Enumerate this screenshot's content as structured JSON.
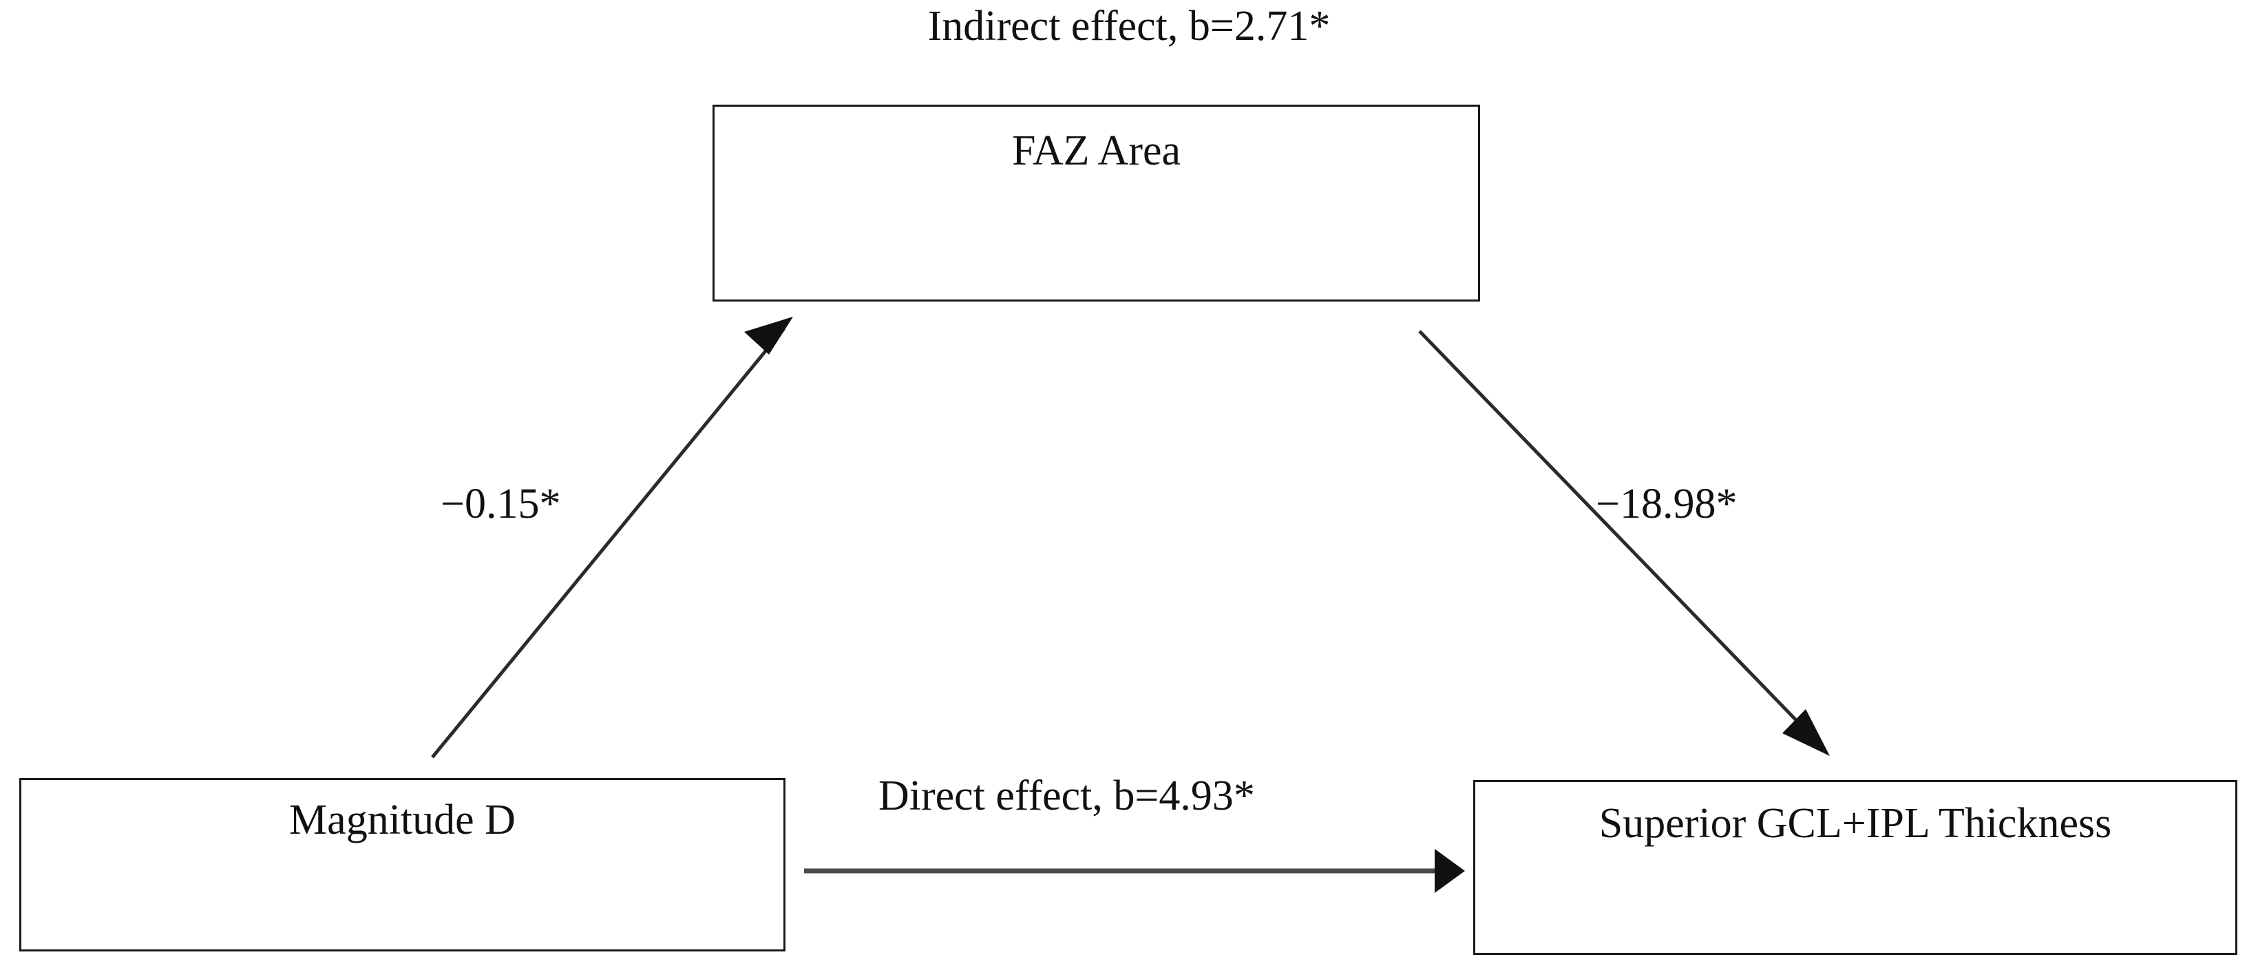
{
  "figure": {
    "type": "mediation-path-diagram",
    "background_color": "#ffffff",
    "line_color": "#1a1a1a",
    "text_color": "#111111"
  },
  "nodes": {
    "mediator": {
      "label": "FAZ Area",
      "role": "mediator",
      "position": "top-center"
    },
    "predictor": {
      "label": "Magnitude D",
      "role": "independent-variable",
      "position": "bottom-left"
    },
    "outcome": {
      "label": "Superior GCL+IPL Thickness",
      "role": "dependent-variable",
      "position": "bottom-right"
    }
  },
  "labels": {
    "indirect_effect": "Indirect effect, b=2.71*",
    "a_path": "−0.15*",
    "b_path": "−18.98*",
    "direct_effect": "Direct effect, b=4.93*"
  },
  "paths": [
    {
      "name": "a-path",
      "from": "Magnitude D",
      "to": "FAZ Area",
      "coefficient": "−0.15*",
      "value": -0.15,
      "significant": true,
      "style": "thin-diagonal-arrow"
    },
    {
      "name": "b-path",
      "from": "FAZ Area",
      "to": "Superior GCL+IPL Thickness",
      "coefficient": "−18.98*",
      "value": -18.98,
      "significant": true,
      "style": "thin-diagonal-arrow"
    },
    {
      "name": "c-prime-path",
      "from": "Magnitude D",
      "to": "Superior GCL+IPL Thickness",
      "coefficient": "Direct effect, b=4.93*",
      "value": 4.93,
      "significant": true,
      "style": "horizontal-arrow"
    },
    {
      "name": "indirect-path",
      "from": "Magnitude D",
      "to": "Superior GCL+IPL Thickness",
      "via": "FAZ Area",
      "coefficient": "Indirect effect, b=2.71*",
      "value": 2.71,
      "significant": true,
      "style": "annotation-only"
    }
  ]
}
